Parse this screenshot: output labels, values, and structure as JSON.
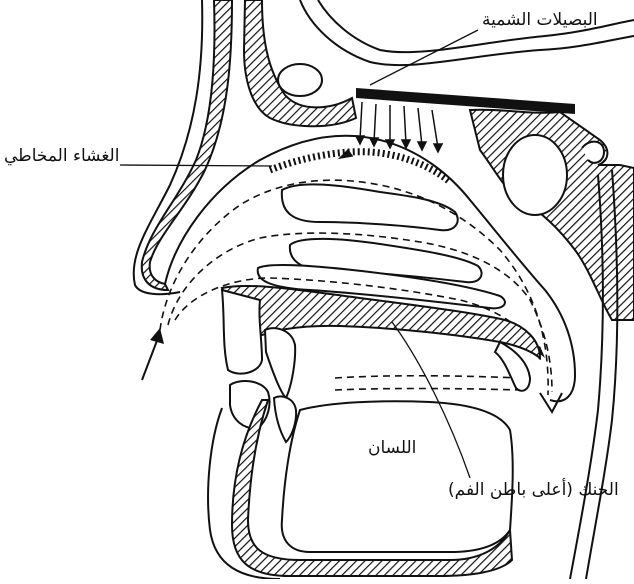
{
  "diagram": {
    "labels": {
      "olfactory_bulbs": "البصيلات الشمية",
      "mucous_membrane": "الغشاء المخاطي",
      "tongue": "اللسان",
      "palate": "الحنك (أعلى باطن الفم)"
    }
  }
}
